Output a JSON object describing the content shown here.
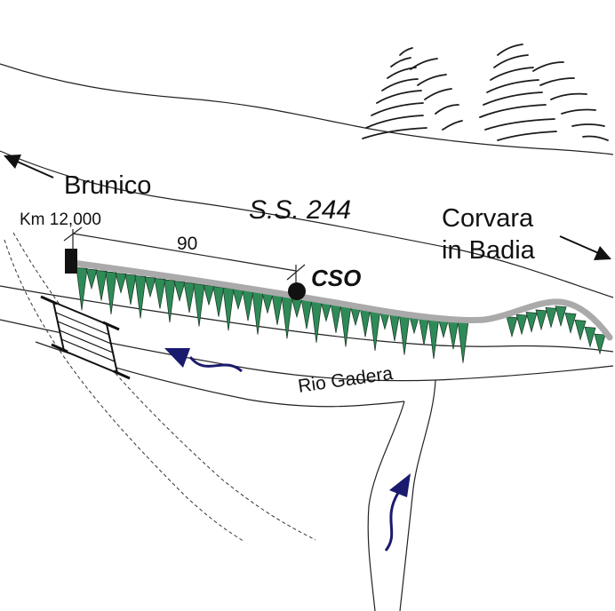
{
  "labels": {
    "brunico": "Brunico",
    "road": "S.S. 244",
    "corvara_line1": "Corvara",
    "corvara_line2": "in Badia",
    "km_marker": "Km 12,000",
    "distance": "90",
    "station": "CSO",
    "river": "Rio Gadera"
  },
  "colors": {
    "road": "#aaaaaa",
    "vegetation": "#2e8b57",
    "flow_arrow": "#1a1a6e",
    "line": "#222222"
  },
  "icons": {
    "west_arrow": "arrow-northwest-icon",
    "east_arrow": "arrow-southeast-icon",
    "flow": "flow-direction-arrow-icon",
    "bridge": "bridge-icon",
    "station": "station-dot-icon",
    "km_marker": "km-marker-icon"
  }
}
